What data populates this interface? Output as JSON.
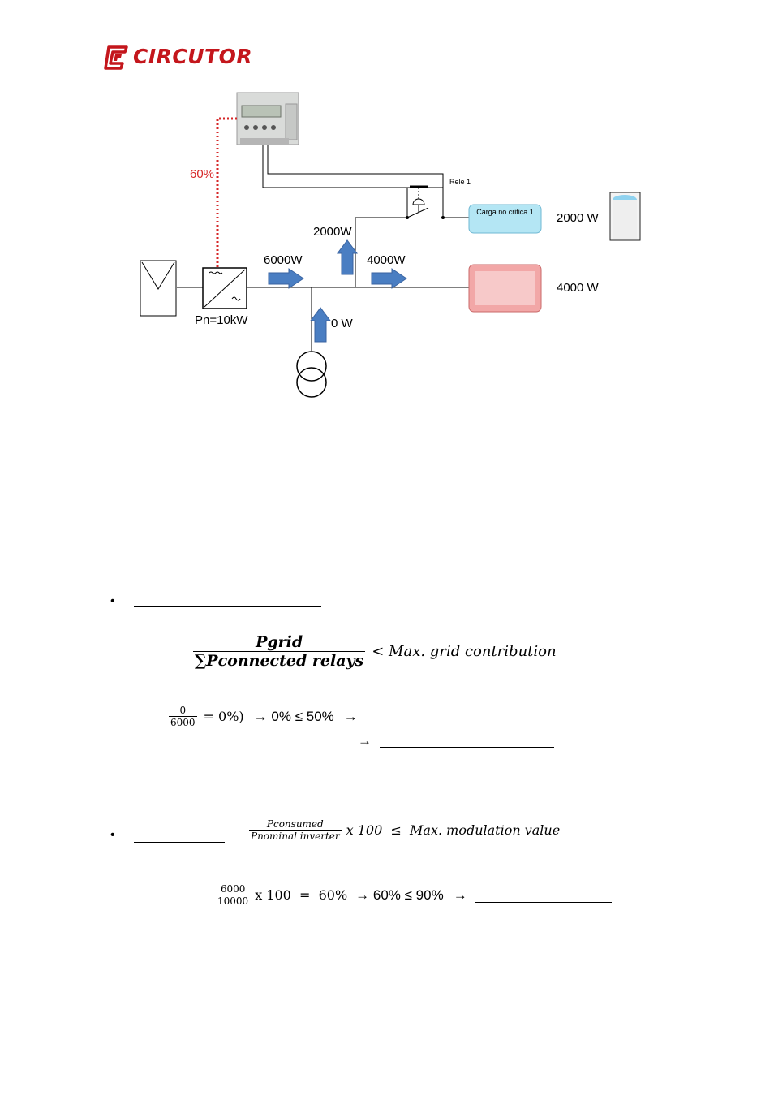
{
  "header": {
    "brand": "CIRCUTOR"
  },
  "diagram": {
    "dotted_pct": "60%",
    "relay_label": "Rele 1",
    "load1_label": "Carga no critica 1",
    "load1_power": "2000 W",
    "load2_power": "4000 W",
    "inverter_label": "Pn=10kW",
    "flow_inverter": "6000W",
    "flow_branch_up": "2000W",
    "flow_to_load2": "4000W",
    "flow_grid": "0 W"
  },
  "section1": {
    "bullet": "•",
    "formula_num": "Pgrid",
    "formula_den": "∑Pconnected relays",
    "formula_rhs": "< Max. grid contribution",
    "calc_num": "0",
    "calc_den": "6000",
    "calc_rest": "= 0%)",
    "arrow1": "→ 0% ≤ 50%",
    "arrow2": "→",
    "arrow3": "→"
  },
  "section2": {
    "bullet": "•",
    "formula_num": "Pconsumed",
    "formula_den": "Pnominal inverter",
    "formula_rhs": "x 100  ≤  Max. modulation value",
    "calc_num": "6000",
    "calc_den": "10000",
    "calc_mid": "x 100  =  60%",
    "arrow1": "→ 60% ≤ 90%",
    "arrow2": "→"
  }
}
